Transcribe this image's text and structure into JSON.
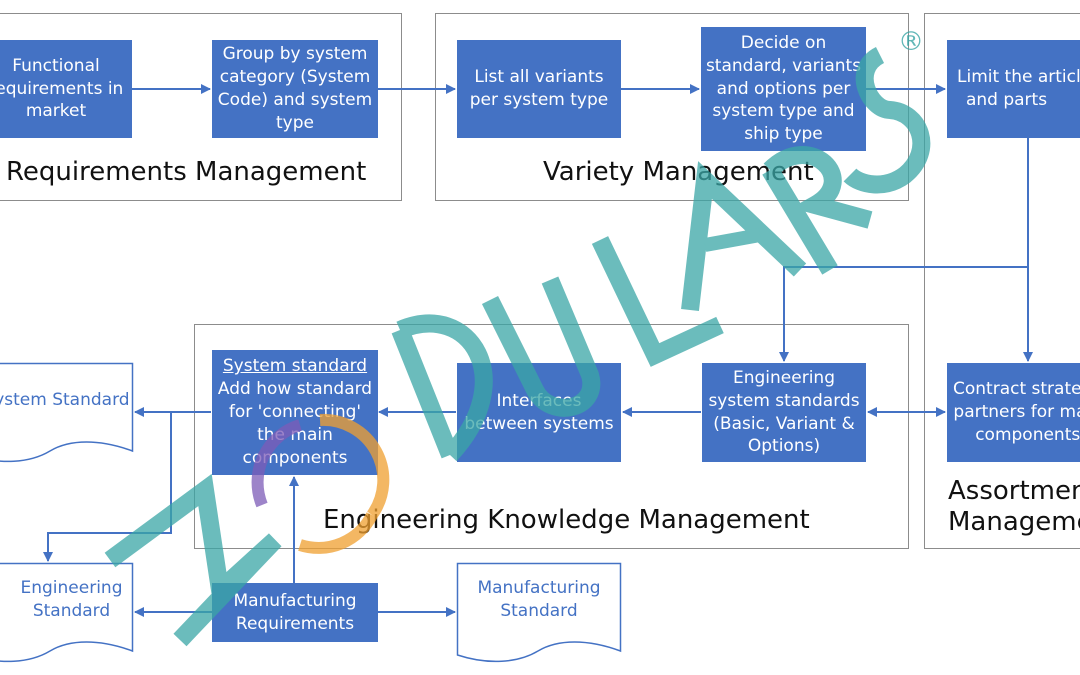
{
  "sections": {
    "requirements": "Requirements Management",
    "variety": "Variety Management",
    "assortment": [
      "Assortment",
      "Management"
    ],
    "engineering_knowledge": "Engineering Knowledge Management"
  },
  "boxes": {
    "functional": [
      "Functional",
      "requirements in",
      "market"
    ],
    "group": [
      "Group by system",
      "category (System",
      "Code) and system",
      "type"
    ],
    "list_variants": [
      "List all variants",
      "per system type"
    ],
    "decide": [
      "Decide on",
      "standard, variants",
      "and options per",
      "system type and",
      "ship type"
    ],
    "limit": [
      "Limit the articles",
      "and parts"
    ],
    "system_standard": [
      "System standard",
      "Add how standard",
      "for 'connecting'",
      "the main",
      "components"
    ],
    "interfaces": [
      "Interfaces",
      "between systems"
    ],
    "eng_system_standards": [
      "Engineering",
      "system standards",
      "(Basic, Variant &",
      "Options)"
    ],
    "contract": [
      "Contract strategy",
      "partners for main",
      "components"
    ],
    "manufacturing_req": [
      "Manufacturing",
      "Requirements"
    ]
  },
  "documents": {
    "system_standard_doc": [
      "System Standard"
    ],
    "engineering_standard": [
      "Engineering",
      "Standard"
    ],
    "manufacturing_standard": [
      "Manufacturing",
      "Standard"
    ]
  },
  "watermark": {
    "text": "MODULARS",
    "registered": "®"
  },
  "colors": {
    "box_fill": "#4472c4",
    "box_text": "#ffffff",
    "doc_text": "#4472c4",
    "arrow": "#4472c4",
    "frame": "#8c8c8c",
    "watermark_teal": "#3aa6a6",
    "watermark_orange": "#f0a030",
    "watermark_purple": "#7d5cb8"
  }
}
